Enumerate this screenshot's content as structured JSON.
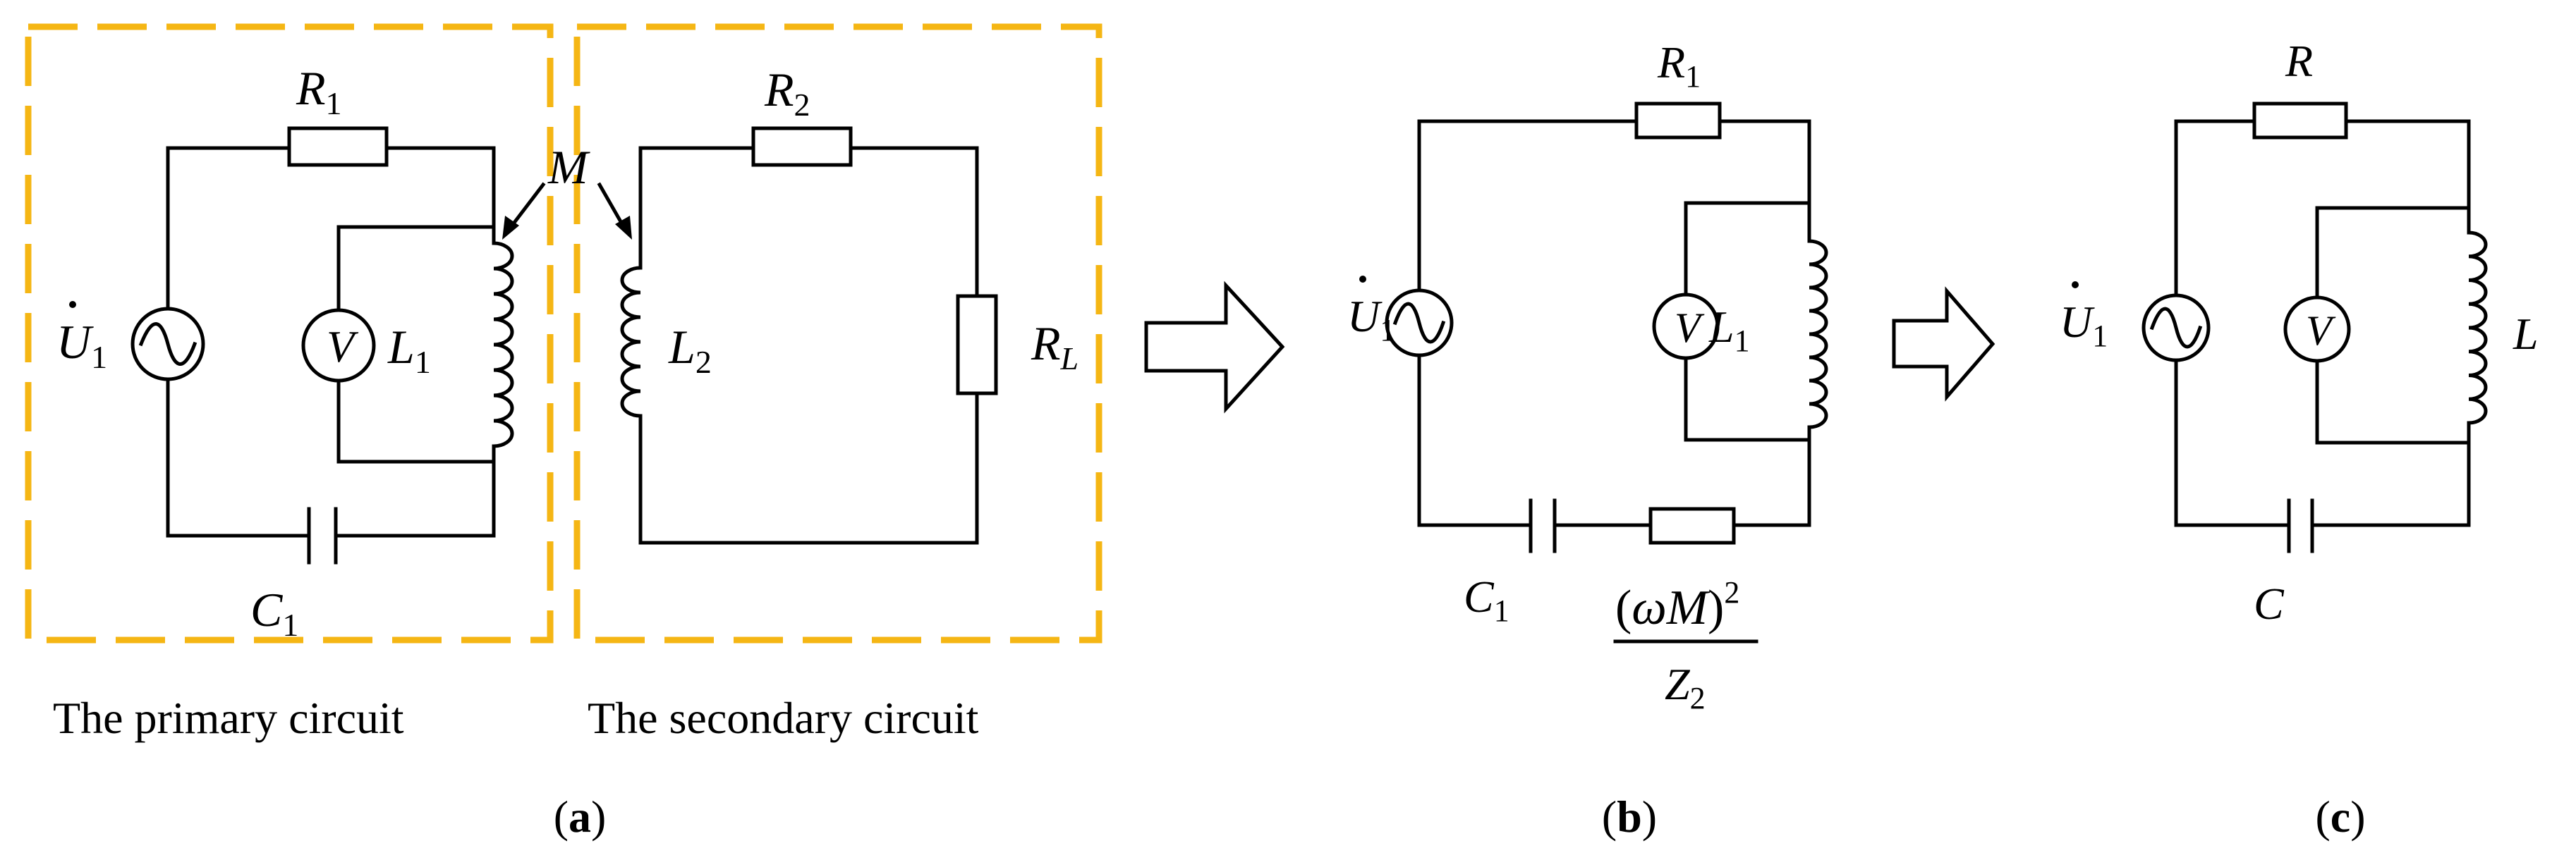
{
  "title": "",
  "colors": {
    "boundary": "#F5B614",
    "stroke": "#000000"
  },
  "panels": {
    "a": {
      "caption_open": "(",
      "caption_letter": "a",
      "caption_close": ")",
      "primary_circuit_label": "The primary circuit",
      "secondary_circuit_label": "The secondary circuit",
      "source_main": "U",
      "source_sub": "1",
      "r1_main": "R",
      "r1_sub": "1",
      "l1_main": "L",
      "l1_sub": "1",
      "c1_main": "C",
      "c1_sub": "1",
      "voltmeter": "V",
      "mutual": "M",
      "r2_main": "R",
      "r2_sub": "2",
      "l2_main": "L",
      "l2_sub": "2",
      "rl_main": "R",
      "rl_sub": "L"
    },
    "b": {
      "caption_open": "(",
      "caption_letter": "b",
      "caption_close": ")",
      "source_main": "U",
      "source_sub": "1",
      "r1_main": "R",
      "r1_sub": "1",
      "l1_main": "L",
      "l1_sub": "1",
      "c1_main": "C",
      "c1_sub": "1",
      "voltmeter": "V",
      "reflected_numerator": "ωM",
      "reflected_exponent": "2",
      "reflected_den_main": "Z",
      "reflected_den_sub": "2"
    },
    "c": {
      "caption_open": "(",
      "caption_letter": "c",
      "caption_close": ")",
      "source_main": "U",
      "source_sub": "1",
      "r": "R",
      "l": "L",
      "c": "C",
      "voltmeter": "V"
    }
  }
}
